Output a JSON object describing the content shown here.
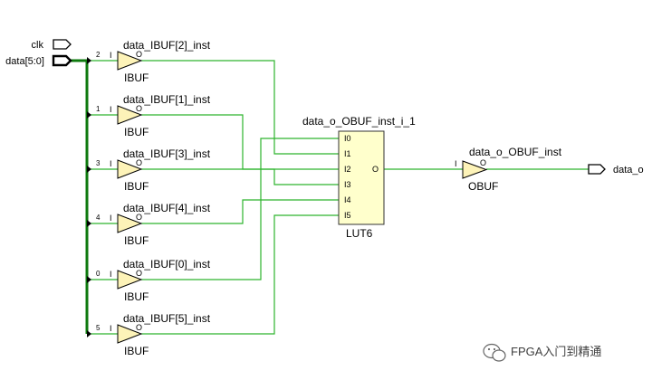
{
  "ports": {
    "clk": "clk",
    "data_bus": "data[5:0]",
    "output": "data_o"
  },
  "ibufs": [
    {
      "inst": "data_IBUF[2]_inst",
      "cell": "IBUF",
      "bit": "2",
      "pin_i": "I",
      "pin_o": "O"
    },
    {
      "inst": "data_IBUF[1]_inst",
      "cell": "IBUF",
      "bit": "1",
      "pin_i": "I",
      "pin_o": "O"
    },
    {
      "inst": "data_IBUF[3]_inst",
      "cell": "IBUF",
      "bit": "3",
      "pin_i": "I",
      "pin_o": "O"
    },
    {
      "inst": "data_IBUF[4]_inst",
      "cell": "IBUF",
      "bit": "4",
      "pin_i": "I",
      "pin_o": "O"
    },
    {
      "inst": "data_IBUF[0]_inst",
      "cell": "IBUF",
      "bit": "0",
      "pin_i": "I",
      "pin_o": "O"
    },
    {
      "inst": "data_IBUF[5]_inst",
      "cell": "IBUF",
      "bit": "5",
      "pin_i": "I",
      "pin_o": "O"
    }
  ],
  "lut": {
    "inst": "data_o_OBUF_inst_i_1",
    "cell": "LUT6",
    "inputs": [
      "I0",
      "I1",
      "I2",
      "I3",
      "I4",
      "I5"
    ],
    "output": "O"
  },
  "obuf": {
    "inst": "data_o_OBUF_inst",
    "cell": "OBUF",
    "pin_i": "I",
    "pin_o": "O"
  },
  "colors": {
    "net": "#2db52d",
    "bus": "#0e7a0e",
    "cell_fill": "#ffffcc",
    "cell_stroke": "#333333",
    "buffer_fill": "#fdf3b8"
  },
  "watermark": {
    "icon": "wechat-icon",
    "text": "FPGA入门到精通"
  }
}
